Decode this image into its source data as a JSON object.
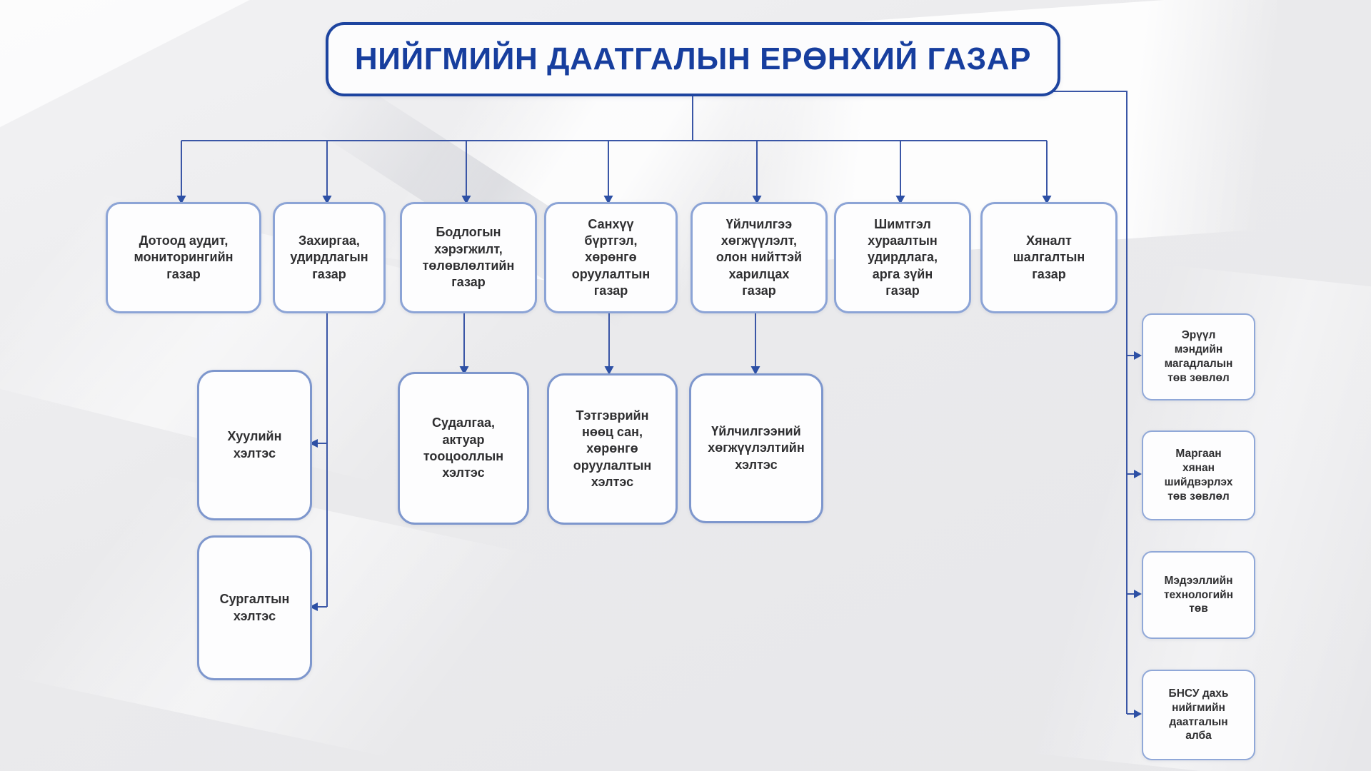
{
  "title": "НИЙГМИЙН ДААТГАЛЫН ЕРӨНХИЙ ГАЗАР",
  "departments": [
    {
      "label": "Дотоод аудит,\nмониторингийн\nгазар"
    },
    {
      "label": "Захиргаа,\nудирдлагын\nгазар"
    },
    {
      "label": "Бодлогын\nхэрэгжилт,\nтөлөвлөлтийн\nгазар"
    },
    {
      "label": "Санхүү\nбүртгэл,\nхөрөнгө\nоруулалтын\nгазар"
    },
    {
      "label": "Үйлчилгээ\nхөгжүүлэлт,\nолон нийттэй\nхарилцах\nгазар"
    },
    {
      "label": "Шимтгэл\nхураалтын\nудирдлага,\nарга зүйн\nгазар"
    },
    {
      "label": "Хяналт\nшалгалтын\nгазар"
    }
  ],
  "divisions": [
    {
      "label": "Хуулийн\nхэлтэс",
      "parent_department_index": 1
    },
    {
      "label": "Сургалтын\nхэлтэс",
      "parent_department_index": 1
    },
    {
      "label": "Судалгаа,\nактуар\nтооцооллын\nхэлтэс",
      "parent_department_index": 2
    },
    {
      "label": "Тэтгэврийн\nнөөц сан,\nхөрөнгө\nоруулалтын\nхэлтэс",
      "parent_department_index": 3
    },
    {
      "label": "Үйлчилгээний\nхөгжүүлэлтийн\nхэлтэс",
      "parent_department_index": 4
    }
  ],
  "affiliated_units": [
    {
      "label": "Эрүүл\nмэндийн\nмагадлалын\nтөв зөвлөл"
    },
    {
      "label": "Маргаан\nхянан\nшийдвэрлэх\nтөв зөвлөл"
    },
    {
      "label": "Мэдээллийн\nтехнологийн\nтөв"
    },
    {
      "label": "БНСУ дахь\nнийгмийн\nдаатгалын\nалба"
    }
  ],
  "colors": {
    "title_text": "#173e9e",
    "title_border": "#1d449f",
    "title_background": "#fcfcfd",
    "box_border": "#8ca4d6",
    "sub_border": "#7e97cd",
    "side_border": "#90a8d8",
    "box_background": "#fdfdfe",
    "box_text": "#2f2f31",
    "connector": "#3a56a6",
    "arrowhead": "#2d50a5",
    "page_background": "#ebebed"
  }
}
